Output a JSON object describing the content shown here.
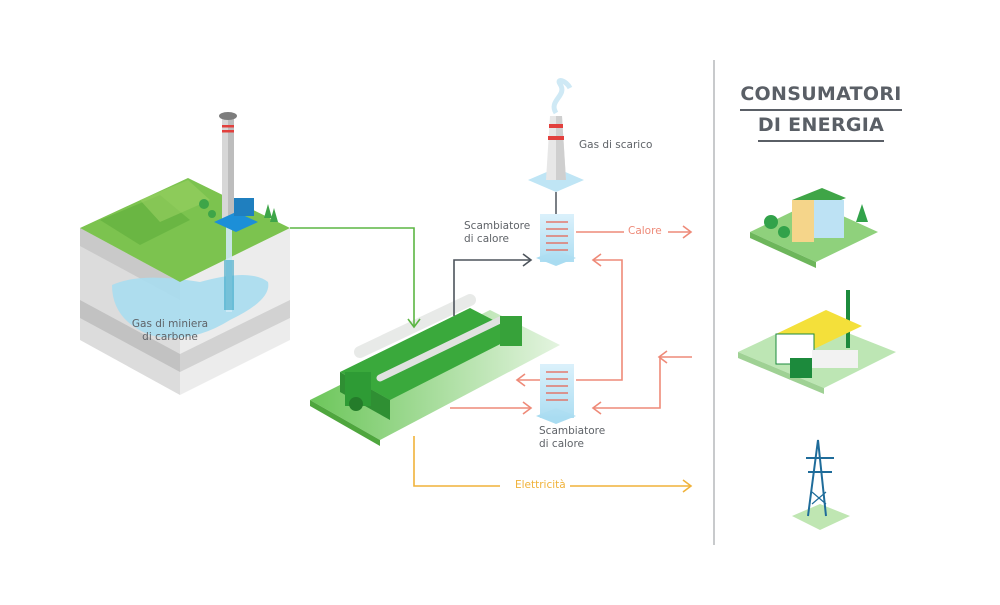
{
  "title_lines": [
    "CONSUMATORI",
    "DI ENERGIA"
  ],
  "labels": {
    "mine_gas_line1": "Gas di miniera",
    "mine_gas_line2": "di carbone",
    "exhaust_gas": "Gas di scarico",
    "heat_exchanger_top_line1": "Scambiatore",
    "heat_exchanger_top_line2": "di calore",
    "heat_exchanger_bottom_line1": "Scambiatore",
    "heat_exchanger_bottom_line2": "di calore",
    "heat": "Calore",
    "electricity": "Elettricità"
  },
  "consumers": [
    {
      "name": "building",
      "icon": "residential-building-icon"
    },
    {
      "name": "factory",
      "icon": "factory-icon"
    },
    {
      "name": "power-grid",
      "icon": "power-pylon-icon"
    }
  ],
  "colors": {
    "gas_flow": "#5bb543",
    "exhaust_flow": "#4d545c",
    "heat_flow": "#ee8a78",
    "electricity_flow": "#f0b23a",
    "divider": "#b5b8bc",
    "title": "#5a5f66"
  }
}
